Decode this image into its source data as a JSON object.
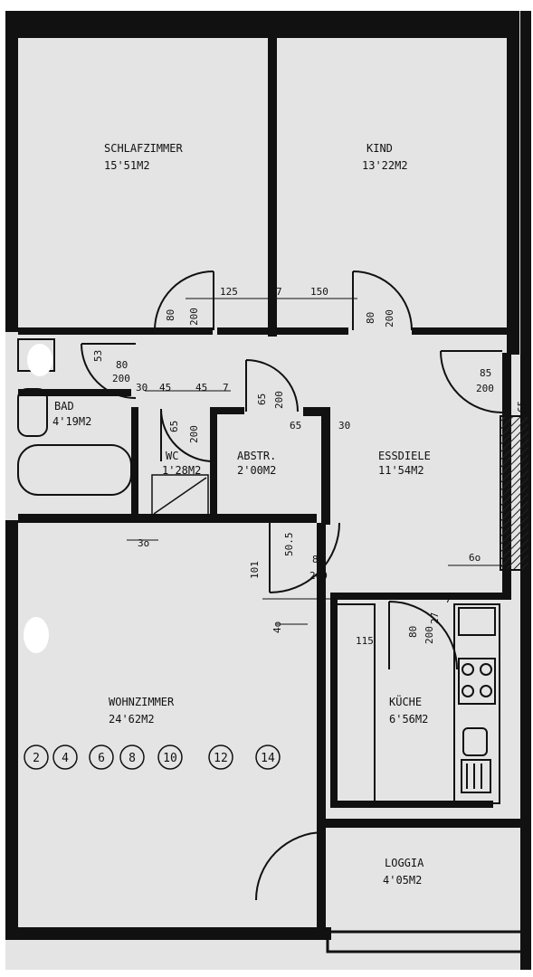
{
  "rooms": [
    {
      "name": "SCHLAFZIMMER",
      "area": "15'51M2"
    },
    {
      "name": "KIND",
      "area": "13'22M2"
    },
    {
      "name": "BAD",
      "area": "4'19M2"
    },
    {
      "name": "WC",
      "area": "1'28M2"
    },
    {
      "name": "ABSTR.",
      "area": "2'00M2"
    },
    {
      "name": "ESSDIELE",
      "area": "11'54M2"
    },
    {
      "name": "WOHNZIMMER",
      "area": "24'62M2"
    },
    {
      "name": "KÜCHE",
      "area": "6'56M2"
    },
    {
      "name": "LOGGIA",
      "area": "4'05M2"
    }
  ],
  "dimensions": {
    "d125": "125",
    "d7": "7",
    "d150": "150",
    "d80a": "80",
    "d200a": "200",
    "d80b": "80",
    "d200b": "200",
    "d53": "53",
    "d80c": "80",
    "d200c": "200",
    "d30": "30",
    "d45a": "45",
    "d45b": "45",
    "d7b": "7",
    "d65a": "65",
    "d200d": "200",
    "d65b": "65",
    "d200e": "200",
    "d65c": "65",
    "d30b": "30",
    "d85": "85",
    "d200f": "200",
    "d65d": "65",
    "d3o": "3o",
    "d505": "50.5",
    "d80e": "80",
    "d200g": "200",
    "d101": "101",
    "d6o": "6o",
    "d4o": "4o",
    "d115": "115",
    "d80f": "80",
    "d200h": "200",
    "d27": "27",
    "d7c": "7"
  },
  "steps": [
    "2",
    "4",
    "6",
    "8",
    "10",
    "12",
    "14"
  ]
}
